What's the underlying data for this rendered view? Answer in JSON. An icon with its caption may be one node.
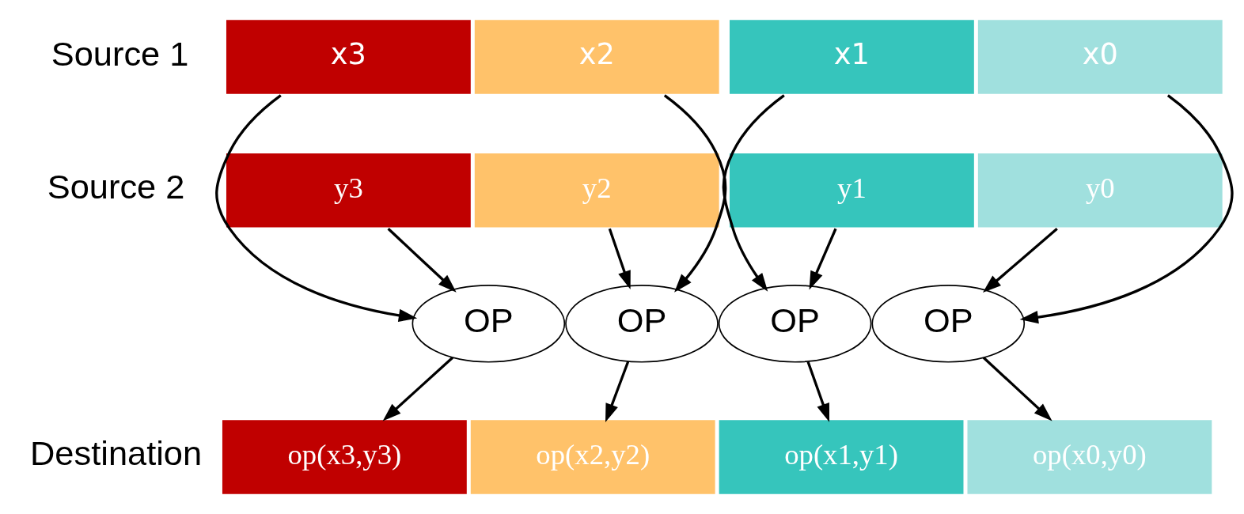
{
  "diagram": {
    "nodes": [
      {
        "text": [
          "x3"
        ]
      },
      {
        "text": [
          "x2"
        ]
      },
      {
        "text": [
          "x1"
        ]
      },
      {
        "text": [
          "x0"
        ]
      },
      {
        "text": [
          "y3"
        ]
      },
      {
        "text": [
          "y2"
        ]
      },
      {
        "text": [
          "y1"
        ]
      },
      {
        "text": [
          "y0"
        ]
      },
      {
        "text": [
          "OP"
        ]
      },
      {
        "text": [
          "OP"
        ]
      },
      {
        "text": [
          "OP"
        ]
      },
      {
        "text": [
          "OP"
        ]
      },
      {
        "text": [
          "op(x3,y3)"
        ]
      },
      {
        "text": [
          "op(x2,y2)"
        ]
      },
      {
        "text": [
          "op(x1,y1)"
        ]
      },
      {
        "text": [
          "op(x0,y0)"
        ]
      }
    ],
    "edges": [
      {
        "from": 0,
        "to": 8,
        "arrow": "to"
      },
      {
        "from": 4,
        "to": 8,
        "arrow": "to"
      },
      {
        "from": 1,
        "to": 9,
        "arrow": "to"
      },
      {
        "from": 5,
        "to": 9,
        "arrow": "to"
      },
      {
        "from": 2,
        "to": 10,
        "arrow": "to"
      },
      {
        "from": 6,
        "to": 10,
        "arrow": "to"
      },
      {
        "from": 3,
        "to": 11,
        "arrow": "to"
      },
      {
        "from": 7,
        "to": 11,
        "arrow": "to"
      },
      {
        "from": 8,
        "to": 12,
        "arrow": "to"
      },
      {
        "from": 9,
        "to": 13,
        "arrow": "to"
      },
      {
        "from": 10,
        "to": 14,
        "arrow": "to"
      },
      {
        "from": 11,
        "to": 15,
        "arrow": "to"
      }
    ],
    "labels": [
      "Source 1",
      "Source 2",
      "Destination"
    ]
  }
}
